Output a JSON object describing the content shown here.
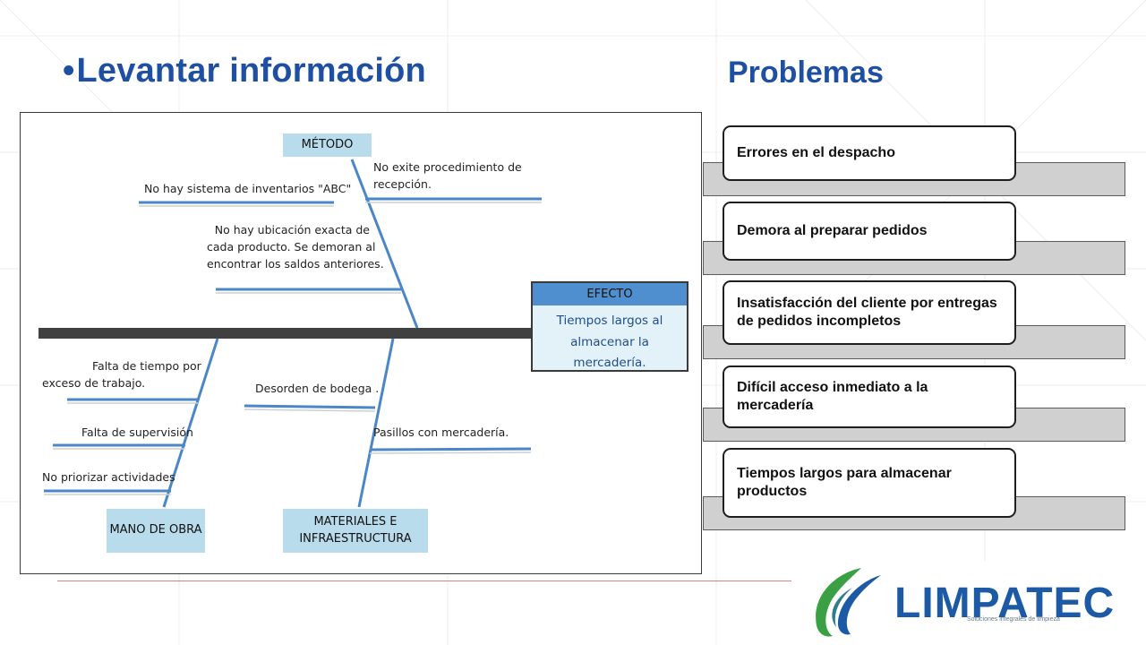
{
  "slide": {
    "bullet": "•",
    "title": "Levantar información",
    "problems_title": "Problemas"
  },
  "diagram": {
    "categories": {
      "metodo": "MÉTODO",
      "mano_de_obra": "MANO DE OBRA",
      "materiales_line1": "MATERIALES E",
      "materiales_line2": "INFRAESTRUCTURA"
    },
    "causes": {
      "metodo": [
        "No hay sistema de inventarios \"ABC\"",
        "No exite procedimiento de",
        "recepción.",
        "No hay ubicación exacta de",
        "cada producto. Se demoran al",
        "encontrar los saldos anteriores."
      ],
      "mano_de_obra": [
        "Falta de tiempo por",
        "exceso de trabajo.",
        "Falta de supervisión",
        "No priorizar actividades"
      ],
      "materiales": [
        "Desorden de bodega .",
        "Pasillos con mercadería."
      ]
    },
    "effect": {
      "header": "EFECTO",
      "line1": "Tiempos largos al",
      "line2": "almacenar la mercadería."
    },
    "colors": {
      "spine": "#404040",
      "bones": "#4a86c8",
      "category_fill": "#b9dcec",
      "effect_header": "#4f8fd0"
    }
  },
  "problems": [
    "Errores en el despacho",
    "Demora al preparar pedidos",
    "Insatisfacción del cliente por entregas de pedidos incompletos",
    "Difícil acceso inmediato a la mercadería",
    "Tiempos largos para almacenar productos"
  ],
  "logo": {
    "name": "LIMPATEC",
    "tagline": "Soluciones integrales de limpieza",
    "colors": {
      "blue": "#1c5aa6",
      "green": "#3aa043"
    }
  }
}
